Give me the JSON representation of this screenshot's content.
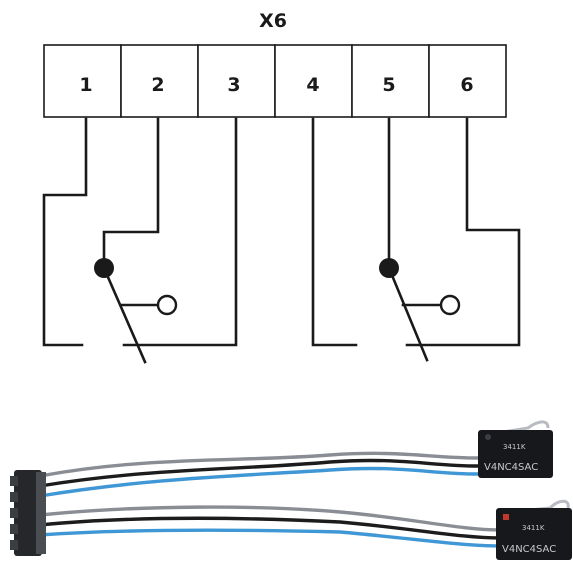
{
  "connector": {
    "title": "X6",
    "pins": [
      "1",
      "2",
      "3",
      "4",
      "5",
      "6"
    ]
  },
  "switches": [
    {
      "part_number": "V4NC4SAC",
      "code": "3411K"
    },
    {
      "part_number": "V4NC4SAC",
      "code": "3411K"
    }
  ],
  "colors": {
    "line": "#1a1a1a",
    "wire_black": "#1c1c1c",
    "wire_blue": "#3f97d6",
    "wire_grey": "#8a8e94"
  }
}
